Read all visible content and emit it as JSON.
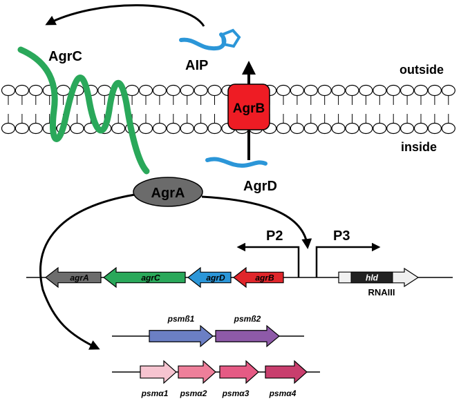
{
  "labels": {
    "outside": "outside",
    "inside": "inside",
    "agrC": "AgrC",
    "agrB": "AgrB",
    "agrA": "AgrA",
    "agrD": "AgrD",
    "aip": "AIP",
    "p2": "P2",
    "p3": "P3",
    "rnaiii": "RNAIII"
  },
  "operon_genes": [
    {
      "name": "agrA",
      "color": "#6d6d6d"
    },
    {
      "name": "agrC",
      "color": "#2aa85a"
    },
    {
      "name": "agrD",
      "color": "#2b96d8"
    },
    {
      "name": "agrB",
      "color": "#e0262b"
    }
  ],
  "rnaiii_gene": {
    "name": "hld",
    "color": "#222222"
  },
  "psm_beta": [
    {
      "name": "psmß1",
      "color": "#6b7fc4"
    },
    {
      "name": "psmß2",
      "color": "#8e5aa8"
    }
  ],
  "psm_alpha": [
    {
      "name": "psmα1",
      "color": "#f6c4d0"
    },
    {
      "name": "psmα2",
      "color": "#ee7f9a"
    },
    {
      "name": "psmα3",
      "color": "#e55a84"
    },
    {
      "name": "psmα4",
      "color": "#c83e6d"
    }
  ],
  "colors": {
    "agrC_protein": "#2aa85a",
    "agrB_protein": "#ee1c24",
    "agrA_protein": "#6b6b6b",
    "peptide": "#2b96d8"
  }
}
